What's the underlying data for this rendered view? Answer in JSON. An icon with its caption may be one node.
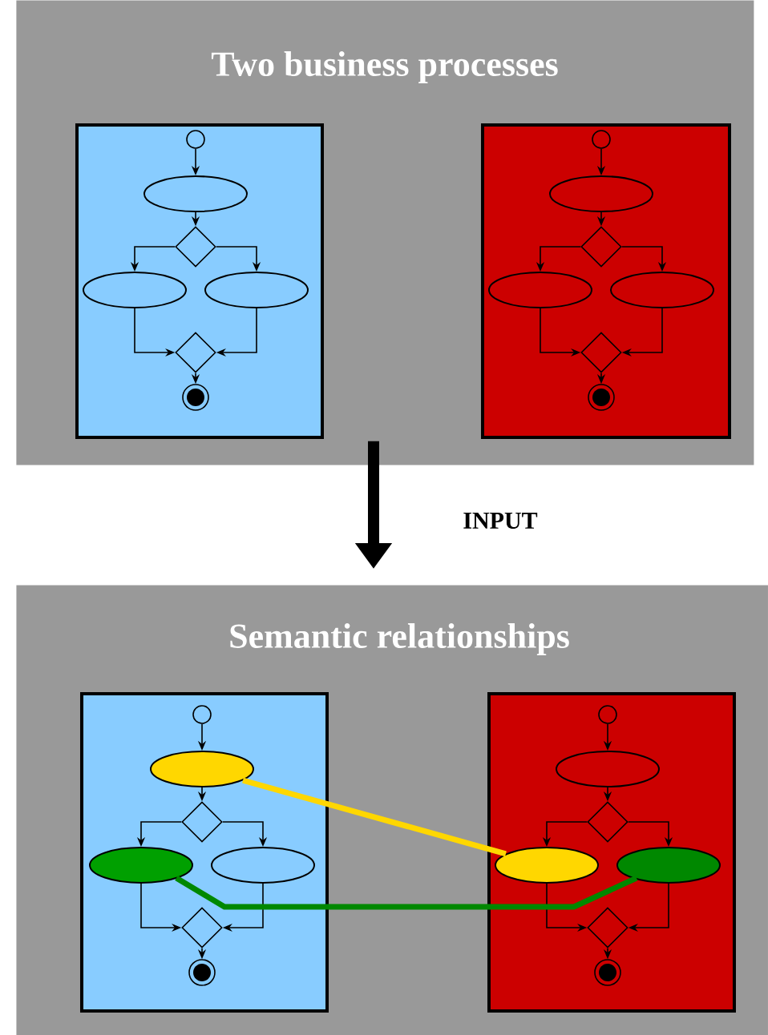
{
  "diagram": {
    "nodes": [
      {
        "text": [
          "Two business processes"
        ]
      },
      {
        "text": [],
        "shape": "box",
        "in": 0
      },
      {
        "text": [],
        "shape": "circle",
        "in": 1
      },
      {
        "text": [],
        "shape": "ellipse",
        "in": 1
      },
      {
        "text": [],
        "shape": "diamond",
        "in": 1
      },
      {
        "text": [],
        "shape": "ellipse",
        "in": 1
      },
      {
        "text": [],
        "shape": "ellipse",
        "in": 1
      },
      {
        "text": [],
        "shape": "diamond",
        "in": 1
      },
      {
        "text": [],
        "shape": "bullseye",
        "in": 1
      },
      {
        "text": [],
        "shape": "box",
        "in": 0
      },
      {
        "text": [],
        "shape": "circle",
        "in": 9
      },
      {
        "text": [],
        "shape": "ellipse",
        "in": 9
      },
      {
        "text": [],
        "shape": "diamond",
        "in": 9
      },
      {
        "text": [],
        "shape": "ellipse",
        "in": 9
      },
      {
        "text": [],
        "shape": "ellipse",
        "in": 9
      },
      {
        "text": [],
        "shape": "diamond",
        "in": 9
      },
      {
        "text": [],
        "shape": "bullseye",
        "in": 9
      },
      {
        "text": [
          "Semantic relationships"
        ]
      },
      {
        "text": [],
        "shape": "box",
        "in": 17
      },
      {
        "text": [],
        "shape": "circle",
        "in": 18
      },
      {
        "text": [],
        "shape": "ellipse",
        "in": 18
      },
      {
        "text": [],
        "shape": "diamond",
        "in": 18
      },
      {
        "text": [],
        "shape": "ellipse",
        "in": 18
      },
      {
        "text": [],
        "shape": "ellipse",
        "in": 18
      },
      {
        "text": [],
        "shape": "diamond",
        "in": 18
      },
      {
        "text": [],
        "shape": "bullseye",
        "in": 18
      },
      {
        "text": [],
        "shape": "box",
        "in": 17
      },
      {
        "text": [],
        "shape": "circle",
        "in": 26
      },
      {
        "text": [],
        "shape": "ellipse",
        "in": 26
      },
      {
        "text": [],
        "shape": "diamond",
        "in": 26
      },
      {
        "text": [],
        "shape": "ellipse",
        "in": 26
      },
      {
        "text": [],
        "shape": "ellipse",
        "in": 26
      },
      {
        "text": [],
        "shape": "diamond",
        "in": 26
      },
      {
        "text": [],
        "shape": "bullseye",
        "in": 26
      }
    ],
    "edges": [
      {
        "from": 2,
        "to": 3,
        "arrow": "to"
      },
      {
        "from": 3,
        "to": 4,
        "arrow": "to"
      },
      {
        "from": 4,
        "to": 5,
        "arrow": "to"
      },
      {
        "from": 4,
        "to": 6,
        "arrow": "to"
      },
      {
        "from": 5,
        "to": 7,
        "arrow": "to"
      },
      {
        "from": 6,
        "to": 7,
        "arrow": "to"
      },
      {
        "from": 7,
        "to": 8,
        "arrow": "to"
      },
      {
        "from": 10,
        "to": 11,
        "arrow": "to"
      },
      {
        "from": 11,
        "to": 12,
        "arrow": "to"
      },
      {
        "from": 12,
        "to": 13,
        "arrow": "to"
      },
      {
        "from": 12,
        "to": 14,
        "arrow": "to"
      },
      {
        "from": 13,
        "to": 15,
        "arrow": "to"
      },
      {
        "from": 14,
        "to": 15,
        "arrow": "to"
      },
      {
        "from": 15,
        "to": 16,
        "arrow": "to"
      },
      {
        "from": 19,
        "to": 20,
        "arrow": "to"
      },
      {
        "from": 20,
        "to": 21,
        "arrow": "to"
      },
      {
        "from": 21,
        "to": 22,
        "arrow": "to"
      },
      {
        "from": 21,
        "to": 23,
        "arrow": "to"
      },
      {
        "from": 22,
        "to": 24,
        "arrow": "to"
      },
      {
        "from": 23,
        "to": 24,
        "arrow": "to"
      },
      {
        "from": 24,
        "to": 25,
        "arrow": "to"
      },
      {
        "from": 27,
        "to": 28,
        "arrow": "to"
      },
      {
        "from": 28,
        "to": 29,
        "arrow": "to"
      },
      {
        "from": 29,
        "to": 30,
        "arrow": "to"
      },
      {
        "from": 29,
        "to": 31,
        "arrow": "to"
      },
      {
        "from": 30,
        "to": 32,
        "arrow": "to"
      },
      {
        "from": 31,
        "to": 32,
        "arrow": "to"
      },
      {
        "from": 32,
        "to": 33,
        "arrow": "to"
      },
      {
        "from": 0,
        "to": 17,
        "arrow": "to",
        "label": "INPUT",
        "style": "thick"
      },
      {
        "from": 20,
        "to": 30,
        "arrow": "none",
        "style": "thick",
        "color": "#ffd700"
      },
      {
        "from": 22,
        "to": 31,
        "arrow": "none",
        "style": "thick",
        "color": "#008800"
      }
    ]
  }
}
